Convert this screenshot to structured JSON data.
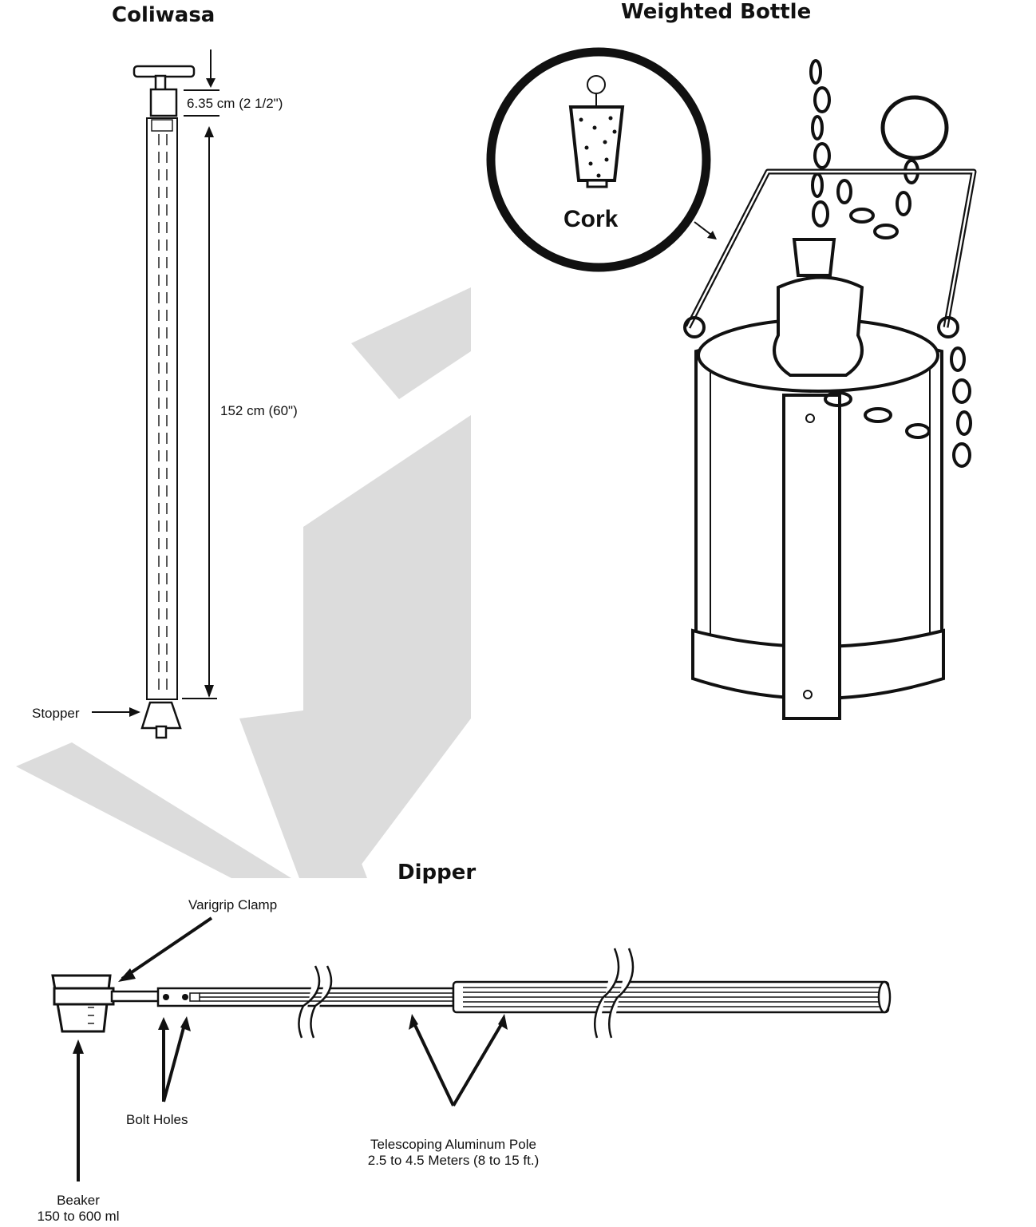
{
  "titles": {
    "coliwasa": "Coliwasa",
    "weighted_bottle": "Weighted Bottle",
    "dipper": "Dipper"
  },
  "coliwasa": {
    "dim_top": "6.35 cm (2 1/2\")",
    "dim_length": "152 cm (60\")",
    "stopper": "Stopper"
  },
  "weighted_bottle": {
    "cork": "Cork"
  },
  "dipper": {
    "varigrip_clamp": "Varigrip Clamp",
    "bolt_holes": "Bolt Holes",
    "pole_line1": "Telescoping Aluminum Pole",
    "pole_line2": "2.5 to 4.5 Meters (8 to 15 ft.)",
    "beaker_line1": "Beaker",
    "beaker_line2": "150 to 600 ml"
  },
  "colors": {
    "ink": "#111111",
    "watermark": "#dcdcdc",
    "background": "#ffffff"
  },
  "watermark_text": "DRAFT"
}
